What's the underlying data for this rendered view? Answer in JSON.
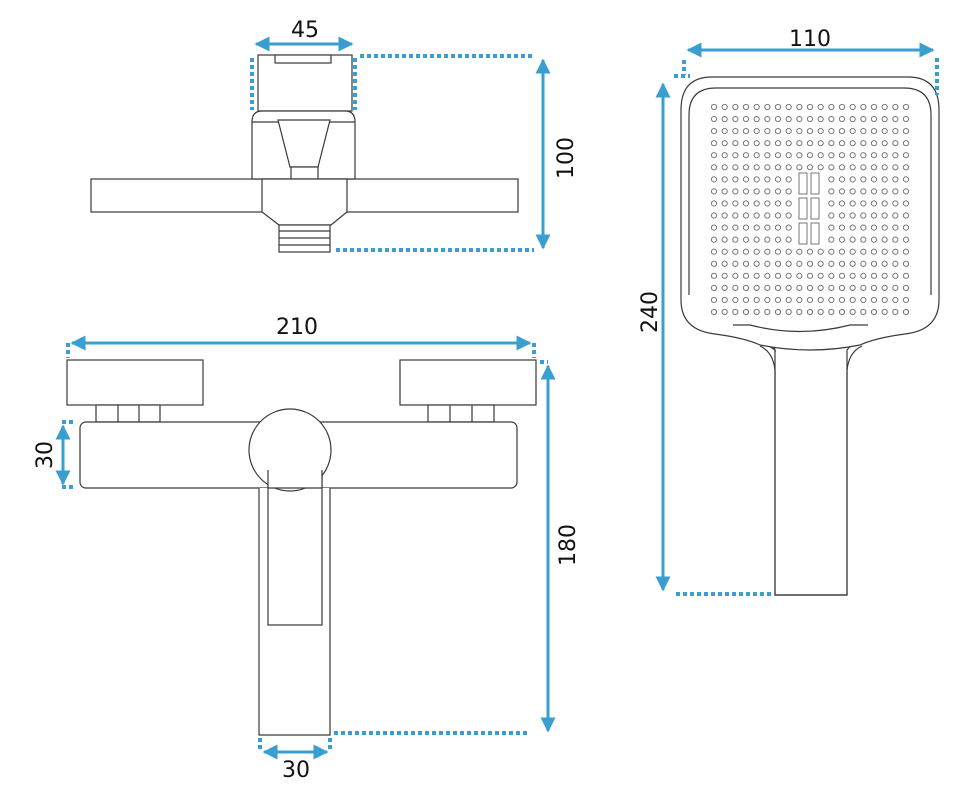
{
  "title": "Bath mixer and hand shower dimension drawing",
  "colors": {
    "dimension": "#3a9fd0",
    "outline": "#3a3a3a"
  },
  "top_view": {
    "width_label": "45",
    "height_label": "100"
  },
  "front_view": {
    "width_label": "210",
    "body_height_label": "30",
    "height_label": "180",
    "spout_width_label": "30"
  },
  "hand_shower": {
    "width_label": "110",
    "length_label": "240",
    "nozzle_rows": 18,
    "nozzle_cols": 19
  }
}
